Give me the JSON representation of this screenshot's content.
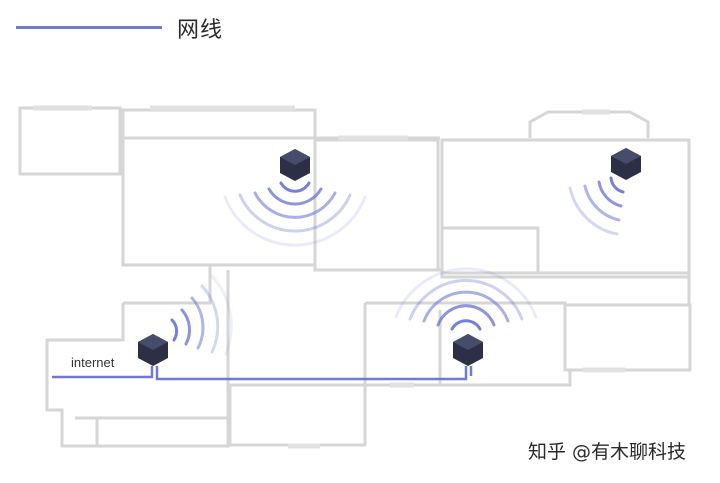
{
  "legend": {
    "label": "网线",
    "color": "#6f79d6"
  },
  "labels": {
    "internet": "internet"
  },
  "watermark": "知乎 @有木聊科技",
  "colors": {
    "wall": "#d6d6d6",
    "window": "#dcdcdc",
    "cable": "#6f79d6",
    "node": "#2c2f45",
    "signal": "#6f79d6"
  },
  "icons": [
    "mesh-router-icon",
    "wifi-signal-icon"
  ]
}
